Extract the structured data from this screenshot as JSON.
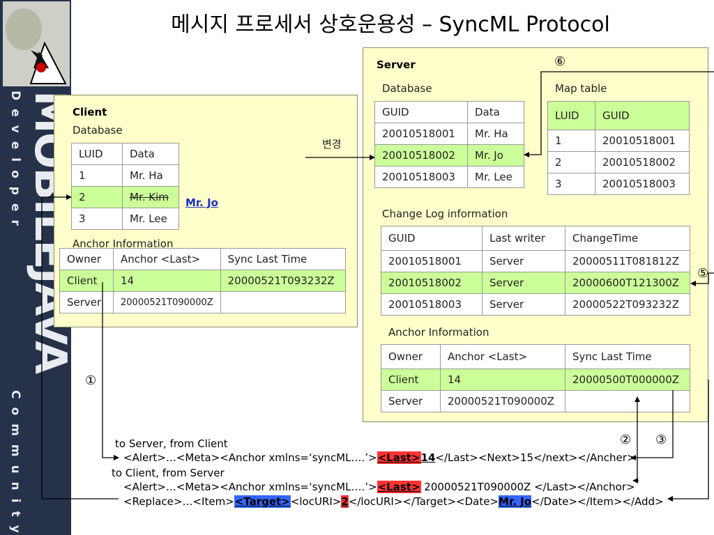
{
  "title": "메시지 프로세서 상호운용성 – SyncML Protocol",
  "sidebar": {
    "brand_big": "MOBILEJAVA",
    "brand_small_1": "Developer",
    "brand_small_2": "Community"
  },
  "client": {
    "title": "Client",
    "database_label": "Database",
    "db_headers": [
      "LUID",
      "Data"
    ],
    "db_rows": [
      [
        "1",
        "Mr. Ha"
      ],
      [
        "2",
        "Mr. Kim"
      ],
      [
        "3",
        "Mr. Lee"
      ]
    ],
    "changed_value": "Mr. Jo",
    "anchor_label": "Anchor Information",
    "anchor_headers": [
      "Owner",
      "Anchor <Last>",
      "Sync Last Time"
    ],
    "anchor_rows": [
      [
        "Client",
        "14",
        "20000521T093232Z"
      ],
      [
        "Server",
        "20000521T090000Z",
        ""
      ]
    ]
  },
  "change_label": "변경",
  "server": {
    "title": "Server",
    "database_label": "Database",
    "db_headers": [
      "GUID",
      "Data"
    ],
    "db_rows": [
      [
        "20010518001",
        "Mr. Ha"
      ],
      [
        "20010518002",
        "Mr. Jo"
      ],
      [
        "20010518003",
        "Mr. Lee"
      ]
    ],
    "map_label": "Map table",
    "map_headers": [
      "LUID",
      "GUID"
    ],
    "map_rows": [
      [
        "1",
        "20010518001"
      ],
      [
        "2",
        "20010518002"
      ],
      [
        "3",
        "20010518003"
      ]
    ],
    "changelog_label": "Change Log information",
    "changelog_headers": [
      "GUID",
      "Last writer",
      "ChangeTime"
    ],
    "changelog_rows": [
      [
        "20010518001",
        "Server",
        "20000511T081812Z"
      ],
      [
        "20010518002",
        "Server",
        "20000600T121300Z"
      ],
      [
        "20010518003",
        "Server",
        "20000522T093232Z"
      ]
    ],
    "anchor_label": "Anchor Information",
    "anchor_headers": [
      "Owner",
      "Anchor <Last>",
      "Sync Last Time"
    ],
    "anchor_rows": [
      [
        "Client",
        "14",
        "20000500T000000Z"
      ],
      [
        "Server",
        "20000521T090000Z",
        ""
      ]
    ]
  },
  "markers": {
    "m1": "①",
    "m2": "②",
    "m3": "③",
    "m5": "⑤",
    "m6": "⑥"
  },
  "messages": {
    "to_server_label": "to Server, from Client",
    "line1_pre": "<Alert>…<Meta><Anchor xmlns=‘syncML….’>",
    "line1_tag": "<Last>",
    "line1_val": "14",
    "line1_post": "</Last><Next>15</next></Ancher>",
    "to_client_label": "to Client, from Server",
    "line2_pre": "<Alert>…<Meta><Anchor xmlns=‘syncML….’>",
    "line2_tag": "<Last>",
    "line2_post": " 20000521T090000Z </Last></Anchor>",
    "line3_pre": "<Replace>…<Item>",
    "line3_tag": "<Target>",
    "line3_mid": "<locURI>",
    "line3_val": "2",
    "line3_mid2": "</locURI></Target><Date>",
    "line3_val2": "Mr. Jo",
    "line3_post": "</Date></Item></Add>"
  }
}
